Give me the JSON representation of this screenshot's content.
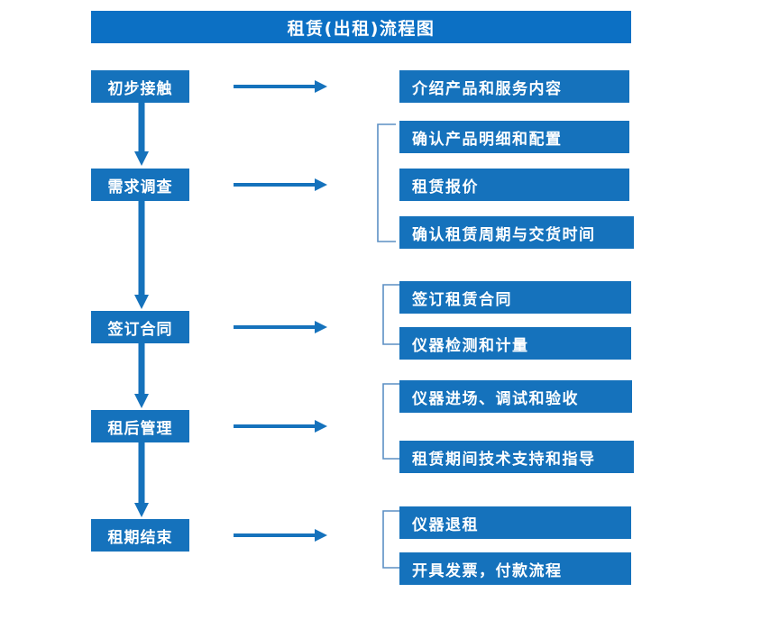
{
  "diagram": {
    "title": "租赁(出租)流程图",
    "colors": {
      "title_bar": "#0C70C4",
      "box_fill": "#1572BC",
      "arrow": "#1572BC",
      "bracket": "#5B8FC4",
      "text": "#FFFFFF",
      "background": "#FFFFFF"
    },
    "stages": [
      {
        "label": "初步接触",
        "details": [
          "介绍产品和服务内容"
        ]
      },
      {
        "label": "需求调查",
        "details": [
          "确认产品明细和配置",
          "租赁报价",
          "确认租赁周期与交货时间"
        ]
      },
      {
        "label": "签订合同",
        "details": [
          "签订租赁合同",
          "仪器检测和计量"
        ]
      },
      {
        "label": "租后管理",
        "details": [
          "仪器进场、调试和验收",
          "租赁期间技术支持和指导"
        ]
      },
      {
        "label": "租期结束",
        "details": [
          "仪器退租",
          "开具发票，付款流程"
        ]
      }
    ],
    "icons": {
      "down_arrow": "down-arrow-icon",
      "right_arrow": "right-arrow-icon",
      "bracket": "bracket-connector-icon"
    }
  }
}
